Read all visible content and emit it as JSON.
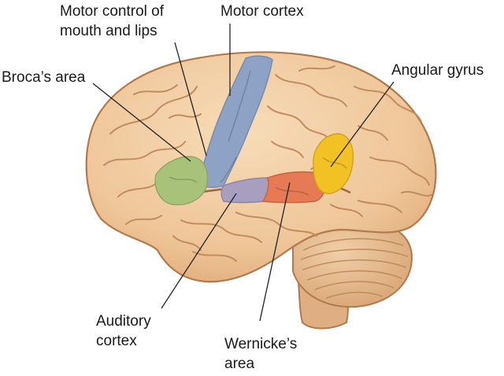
{
  "labels": {
    "motor_mouth": [
      "Motor control of",
      "mouth and lips"
    ],
    "motor_cortex": [
      "Motor cortex"
    ],
    "broca": [
      "Broca’s area"
    ],
    "angular": [
      "Angular gyrus"
    ],
    "auditory": [
      "Auditory",
      "cortex"
    ],
    "wernicke": [
      "Wernicke’s",
      "area"
    ]
  },
  "colors": {
    "brain": "#f1cba1",
    "brain_outline": "#b07a4c",
    "sulcus": "#c28c5f",
    "cerebellum": "#e4b78d",
    "brainstem": "#dfae82",
    "motor_cortex": "#8ea2c6",
    "broca": "#a9c27a",
    "auditory": "#a89ec0",
    "wernicke": "#e57a54",
    "angular": "#f2c224",
    "leader_line": "#222222"
  }
}
